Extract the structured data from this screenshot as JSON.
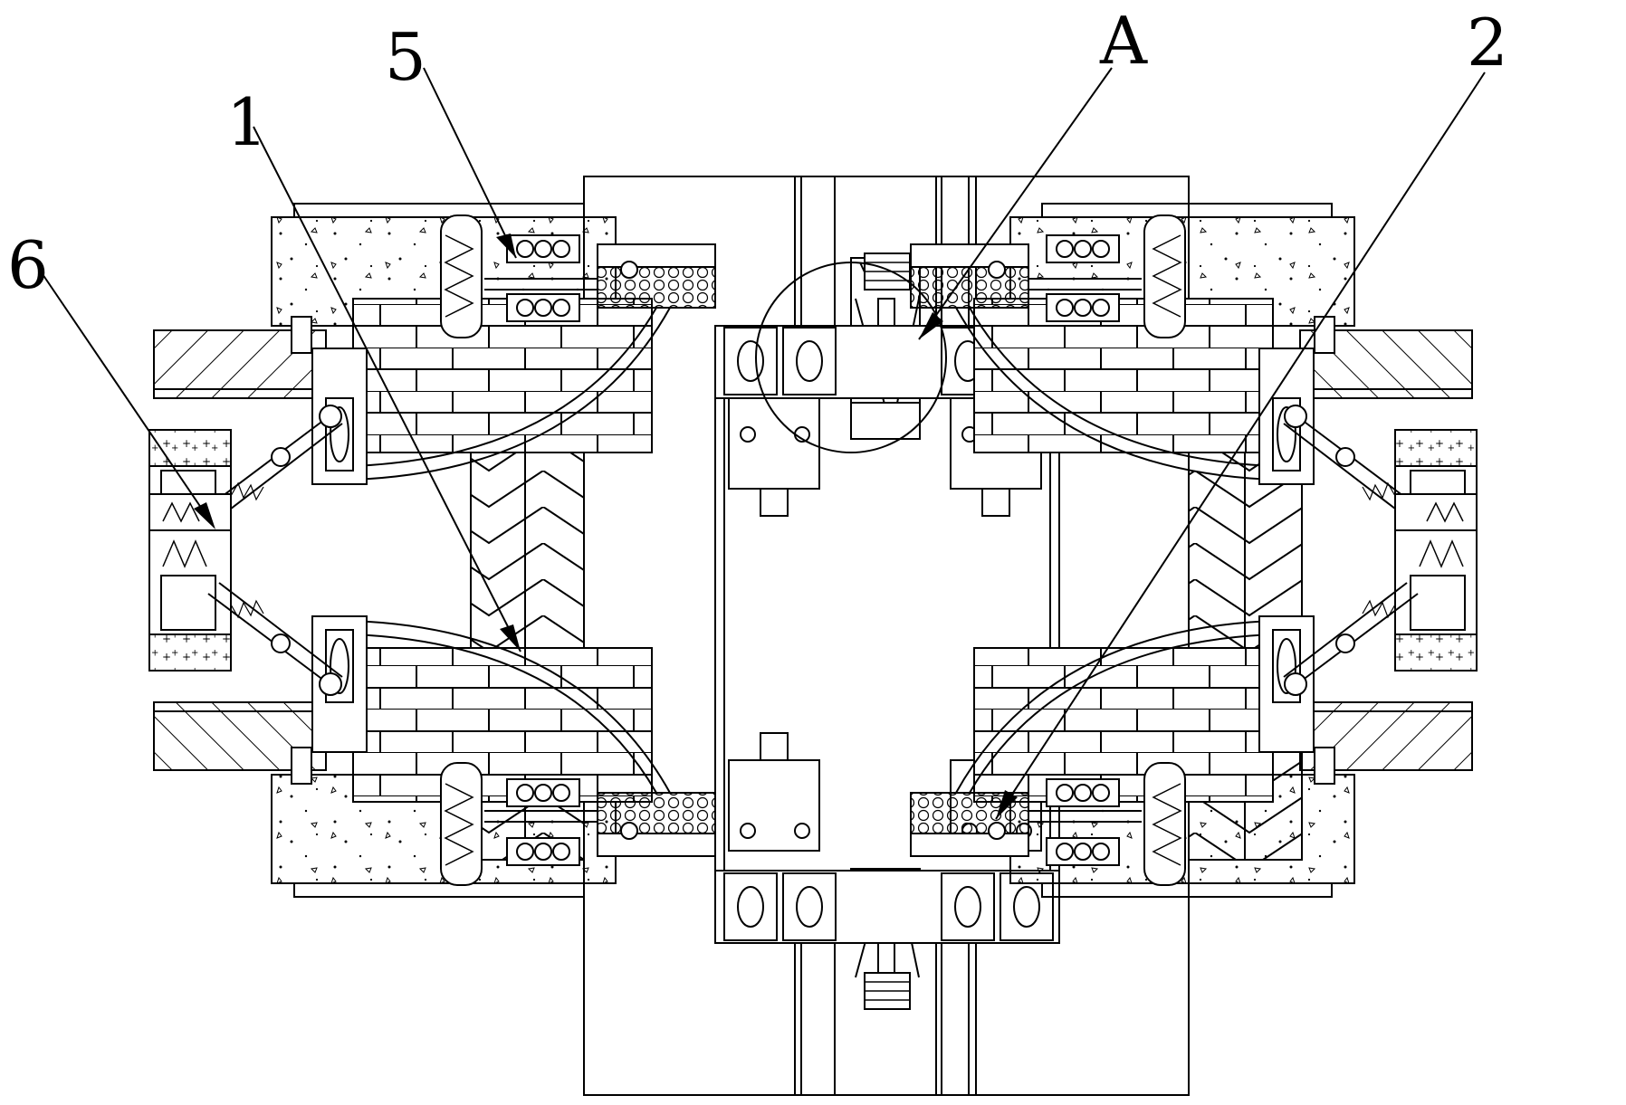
{
  "labels": {
    "part_1": "1",
    "part_2": "2",
    "part_5": "5",
    "part_6": "6",
    "detail_A": "A"
  }
}
